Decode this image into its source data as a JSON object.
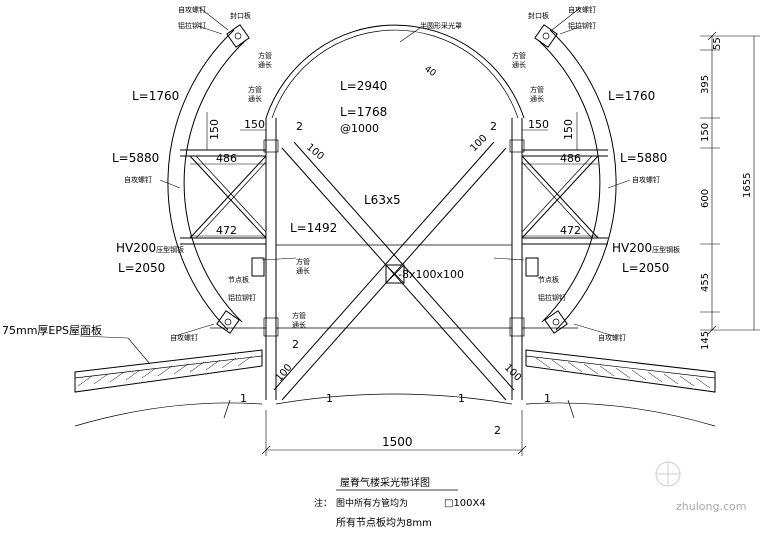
{
  "drawing": {
    "title": "屋脊气楼采光带详图",
    "note_prefix": "注：",
    "note_line1": "图中所有方管均为",
    "note_pipe_spec": "□100X4",
    "note_line2": "所有节点板均为8mm",
    "watermark": "zhulong.com"
  },
  "labels": {
    "self_tap_screw": "自攻螺钉",
    "seal_plate": "封口板",
    "rivet": "铝拉铆钉",
    "ridge_panel": "半圆形采光罩",
    "tube_ext": [
      "方管",
      "通长"
    ],
    "insulation": "75mm厚EPS屋面板",
    "hv_suffix": "压型钢板",
    "gusset": "节点板",
    "plate_size": "-8x100x100",
    "angle": "L63x5"
  },
  "dimensions": {
    "L_1760": "L=1760",
    "L_5880": "L=5880",
    "HV200": "HV200",
    "L_2050": "L=2050",
    "L_2940": "L=2940",
    "L_1768": "L=1768",
    "at_1000": "@1000",
    "L_1492": "L=1492",
    "d150": "150",
    "d486": "486",
    "d472": "472",
    "d1500": "1500",
    "d100": "100",
    "d40": "40",
    "r55": "55",
    "r395": "395",
    "r150": "150",
    "r600": "600",
    "r455": "455",
    "r145": "145",
    "r1655": "1655",
    "sec1": "1",
    "sec2": "2"
  }
}
